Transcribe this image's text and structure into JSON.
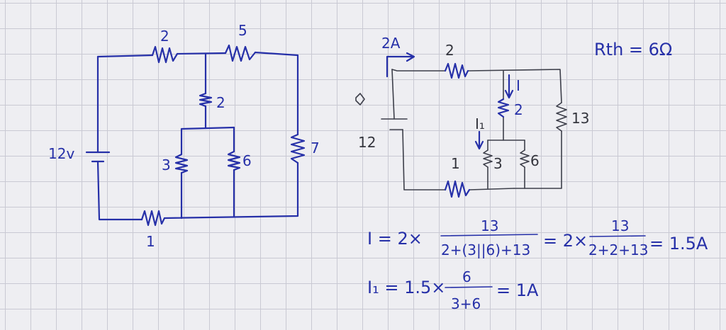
{
  "left_circuit": {
    "r_top_left": "2",
    "r_top_right": "5",
    "r_middle": "2",
    "r_branch_left": "3",
    "r_branch_right": "6",
    "r_right": "7",
    "r_bottom": "1",
    "source": "12v"
  },
  "right_circuit": {
    "current_source": "2A",
    "r_top": "2",
    "current_i": "I",
    "r_middle": "2",
    "r_right": "13",
    "current_i1": "I₁",
    "r_branch_left": "3",
    "r_branch_right": "6",
    "r_bottom": "1",
    "source": "12"
  },
  "equations": {
    "rth": "Rth = 6Ω",
    "i_lhs": "I = 2×",
    "i_num1": "13",
    "i_den1": "2+(3||6)+13",
    "i_mid": "= 2×",
    "i_num2": "13",
    "i_den2": "2+2+13",
    "i_result": "= 1.5A",
    "i1_lhs": "I₁ = 1.5×",
    "i1_num": "6",
    "i1_den": "3+6",
    "i1_result": "= 1A"
  }
}
